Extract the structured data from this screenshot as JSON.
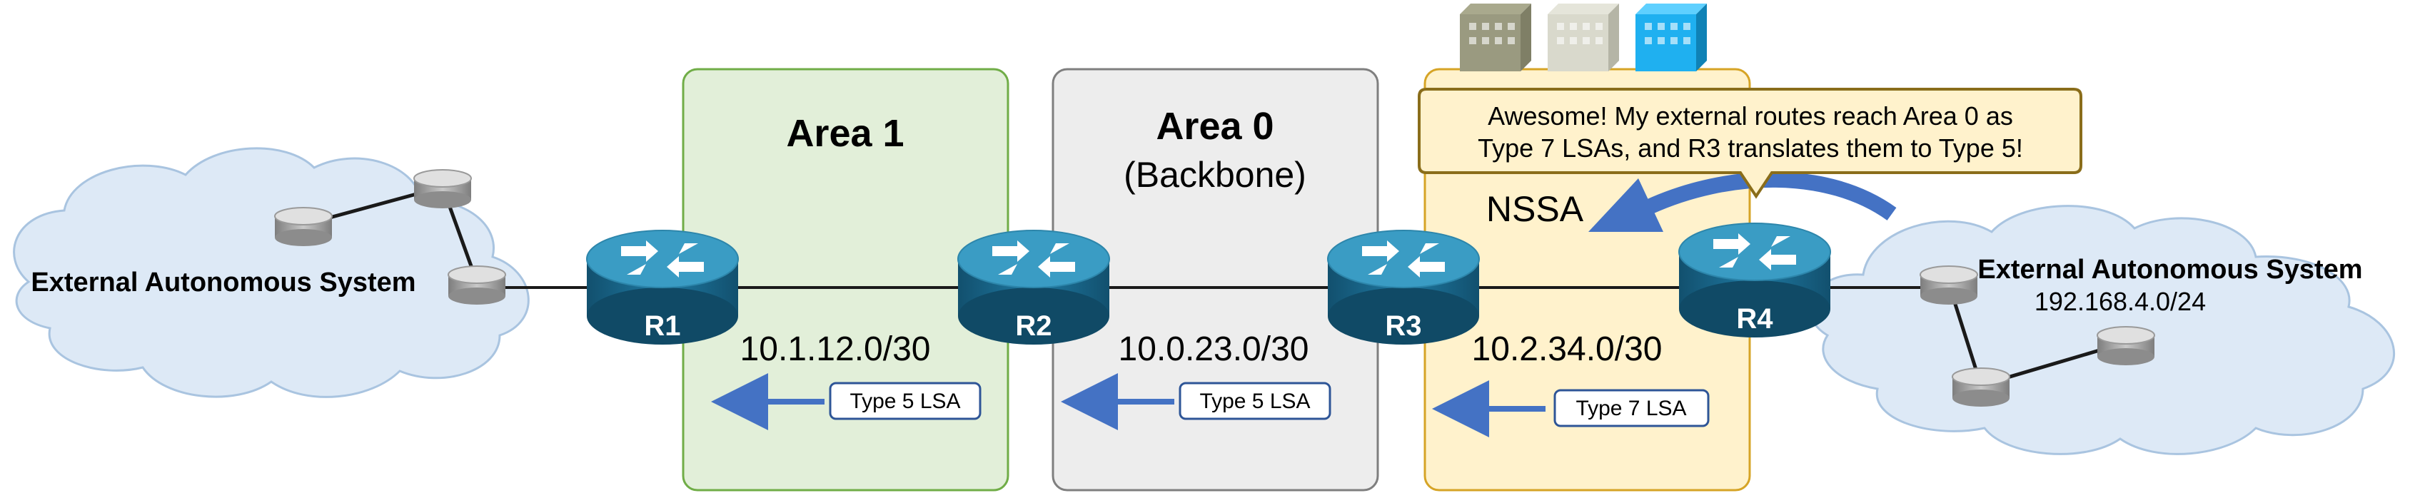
{
  "areas": {
    "area1": {
      "title": "Area 1",
      "fill": "#e2efd9",
      "stroke": "#70ad47"
    },
    "area0": {
      "title": "Area 0",
      "subtitle": "(Backbone)",
      "fill": "#ededed",
      "stroke": "#7f7f7f"
    },
    "nssa": {
      "title": "NSSA",
      "fill": "#fff2cc",
      "stroke": "#d6a426"
    }
  },
  "clouds": {
    "left": {
      "label": "External Autonomous System"
    },
    "right": {
      "label": "External Autonomous System",
      "subnet": "192.168.4.0/24"
    }
  },
  "routers": [
    "R1",
    "R2",
    "R3",
    "R4"
  ],
  "links": {
    "r1_r2": "10.1.12.0/30",
    "r2_r3": "10.0.23.0/30",
    "r3_r4": "10.2.34.0/30"
  },
  "lsa_labels": {
    "area1": "Type 5 LSA",
    "area0": "Type 5 LSA",
    "nssa": "Type 7 LSA"
  },
  "callout": {
    "line1": "Awesome! My external routes reach Area 0 as",
    "line2": "Type 7 LSAs, and R3 translates them to Type 5!"
  },
  "colors": {
    "router_top": "#3a9cc4",
    "router_body": "#1f6f94",
    "arrow": "#4472c4",
    "cloud_fill": "#dde9f6",
    "cloud_stroke": "#a9c4e0",
    "callout_fill": "#fff2cc",
    "callout_stroke": "#8a6d1a"
  }
}
